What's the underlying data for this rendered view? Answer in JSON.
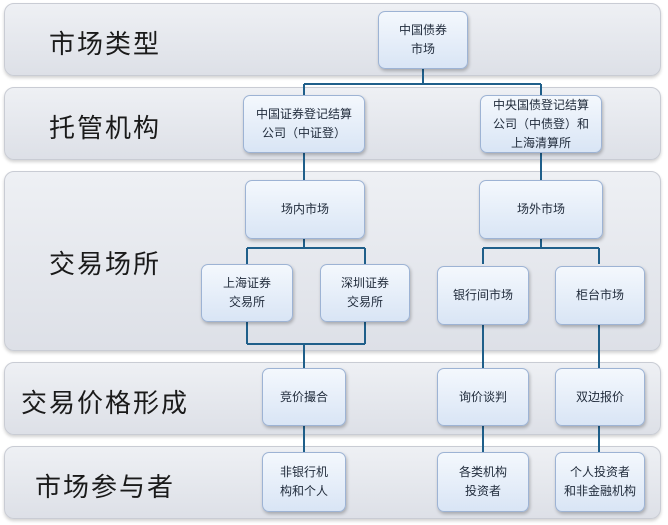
{
  "rows": {
    "market_type": "市场类型",
    "custodian": "托管机构",
    "venue": "交易场所",
    "price_formation": "交易价格形成",
    "participants": "市场参与者"
  },
  "nodes": {
    "china_bond_market": "中国债券\n市场",
    "csdc": "中国证券登记结算\n公司（中证登）",
    "ccdc_shch": "中央国债登记结算\n公司（中债登）和\n上海清算所",
    "exchange_market": "场内市场",
    "otc_market": "场外市场",
    "sse": "上海证券\n交易所",
    "szse": "深圳证券\n交易所",
    "interbank_market": "银行间市场",
    "counter_market": "柜台市场",
    "auction_matching": "竞价撮合",
    "inquiry_negotiation": "询价谈判",
    "bilateral_quote": "双边报价",
    "nonbank_individuals": "非银行机\n构和个人",
    "institutional_investors": "各类机构\n投资者",
    "individual_nonfinancial": "个人投资者\n和非金融机构"
  }
}
